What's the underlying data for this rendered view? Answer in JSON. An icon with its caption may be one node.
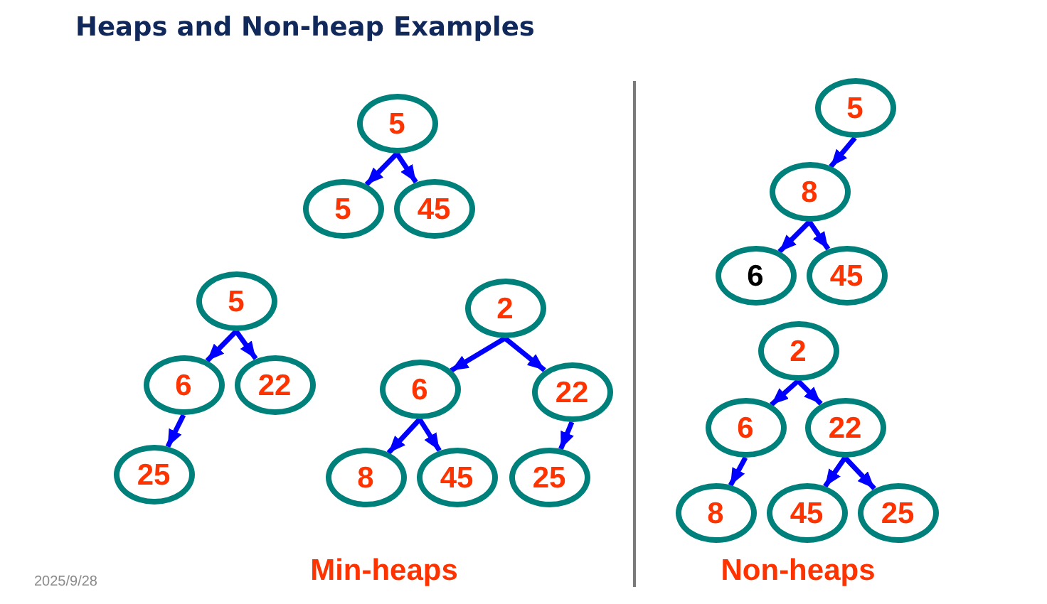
{
  "diagram": {
    "title": "Heaps and Non-heap Examples",
    "nodes": [
      {
        "text": [
          "5"
        ]
      },
      {
        "text": [
          "5"
        ]
      },
      {
        "text": [
          "45"
        ]
      },
      {
        "text": [
          "5"
        ]
      },
      {
        "text": [
          "6"
        ]
      },
      {
        "text": [
          "22"
        ]
      },
      {
        "text": [
          "25"
        ]
      },
      {
        "text": [
          "2"
        ]
      },
      {
        "text": [
          "6"
        ]
      },
      {
        "text": [
          "22"
        ]
      },
      {
        "text": [
          "8"
        ]
      },
      {
        "text": [
          "45"
        ]
      },
      {
        "text": [
          "25"
        ]
      },
      {
        "text": [
          "5"
        ]
      },
      {
        "text": [
          "8"
        ]
      },
      {
        "text": [
          "6"
        ]
      },
      {
        "text": [
          "45"
        ]
      },
      {
        "text": [
          "2"
        ]
      },
      {
        "text": [
          "6"
        ]
      },
      {
        "text": [
          "22"
        ]
      },
      {
        "text": [
          "8"
        ]
      },
      {
        "text": [
          "45"
        ]
      },
      {
        "text": [
          "25"
        ]
      }
    ],
    "edges": [
      {
        "from": 0,
        "to": 1,
        "arrow": "to"
      },
      {
        "from": 0,
        "to": 2,
        "arrow": "to"
      },
      {
        "from": 3,
        "to": 4,
        "arrow": "to"
      },
      {
        "from": 3,
        "to": 5,
        "arrow": "to"
      },
      {
        "from": 4,
        "to": 6,
        "arrow": "to"
      },
      {
        "from": 7,
        "to": 8,
        "arrow": "to"
      },
      {
        "from": 7,
        "to": 9,
        "arrow": "to"
      },
      {
        "from": 8,
        "to": 10,
        "arrow": "to"
      },
      {
        "from": 8,
        "to": 11,
        "arrow": "to"
      },
      {
        "from": 9,
        "to": 12,
        "arrow": "to"
      },
      {
        "from": 13,
        "to": 14,
        "arrow": "to"
      },
      {
        "from": 14,
        "to": 15,
        "arrow": "to"
      },
      {
        "from": 14,
        "to": 16,
        "arrow": "to"
      },
      {
        "from": 17,
        "to": 18,
        "arrow": "to"
      },
      {
        "from": 17,
        "to": 19,
        "arrow": "to"
      },
      {
        "from": 18,
        "to": 20,
        "arrow": "to"
      },
      {
        "from": 19,
        "to": 21,
        "arrow": "to"
      },
      {
        "from": 19,
        "to": 22,
        "arrow": "to"
      }
    ],
    "labels": [
      "2025/9/28",
      "Min-heaps",
      "Non-heaps"
    ]
  }
}
